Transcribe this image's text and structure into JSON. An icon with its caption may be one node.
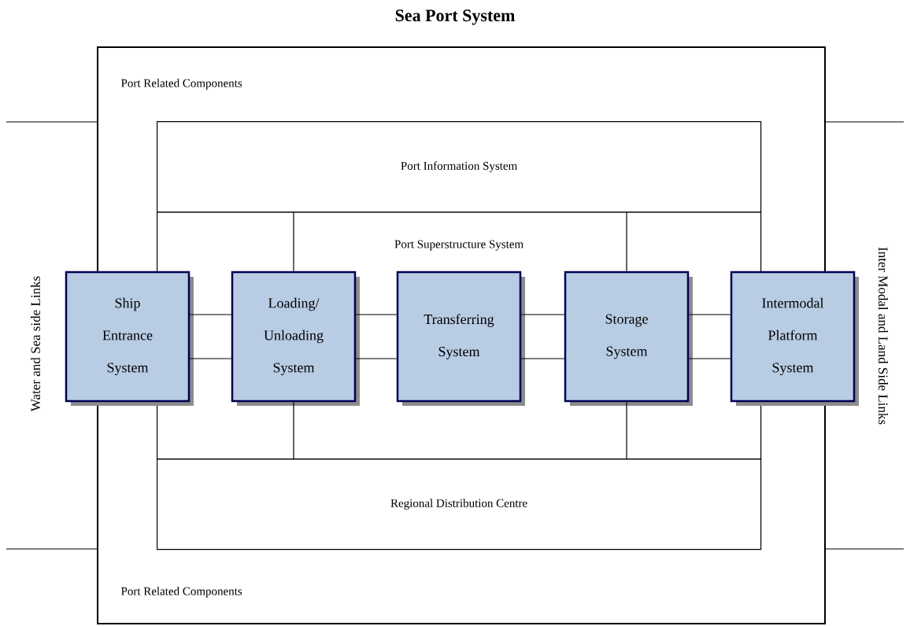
{
  "diagram": {
    "title": "Sea Port System",
    "nodes": [
      {
        "text": [
          "Port Related Components",
          "Port Related Components"
        ]
      },
      {
        "text": [
          "Port Information System"
        ],
        "in": 0
      },
      {
        "text": [
          "Port Superstructure System"
        ],
        "in": 0
      },
      {
        "text": [
          "Regional Distribution Centre"
        ],
        "in": 0
      },
      {
        "text": [
          "Ship Entrance System"
        ]
      },
      {
        "text": [
          "Loading/ Unloading System"
        ],
        "in": 2
      },
      {
        "text": [
          "Transferring System"
        ],
        "in": 2
      },
      {
        "text": [
          "Storage System"
        ],
        "in": 2
      },
      {
        "text": [
          "Intermodal Platform System"
        ]
      }
    ],
    "edges": [
      {
        "from": 4,
        "to": 5,
        "arrow": "none"
      },
      {
        "from": 4,
        "to": 5,
        "arrow": "none"
      },
      {
        "from": 5,
        "to": 6,
        "arrow": "none"
      },
      {
        "from": 5,
        "to": 6,
        "arrow": "none"
      },
      {
        "from": 6,
        "to": 7,
        "arrow": "none"
      },
      {
        "from": 6,
        "to": 7,
        "arrow": "none"
      },
      {
        "from": 7,
        "to": 8,
        "arrow": "none"
      },
      {
        "from": 7,
        "to": 8,
        "arrow": "none"
      },
      {
        "from": 1,
        "to": 5,
        "arrow": "none"
      },
      {
        "from": 1,
        "to": 7,
        "arrow": "none"
      },
      {
        "from": 5,
        "to": 3,
        "arrow": "none"
      },
      {
        "from": 7,
        "to": 3,
        "arrow": "none"
      }
    ],
    "labels": [
      "Water and Sea side Links",
      "Inter Modal and Land Side Links"
    ]
  }
}
